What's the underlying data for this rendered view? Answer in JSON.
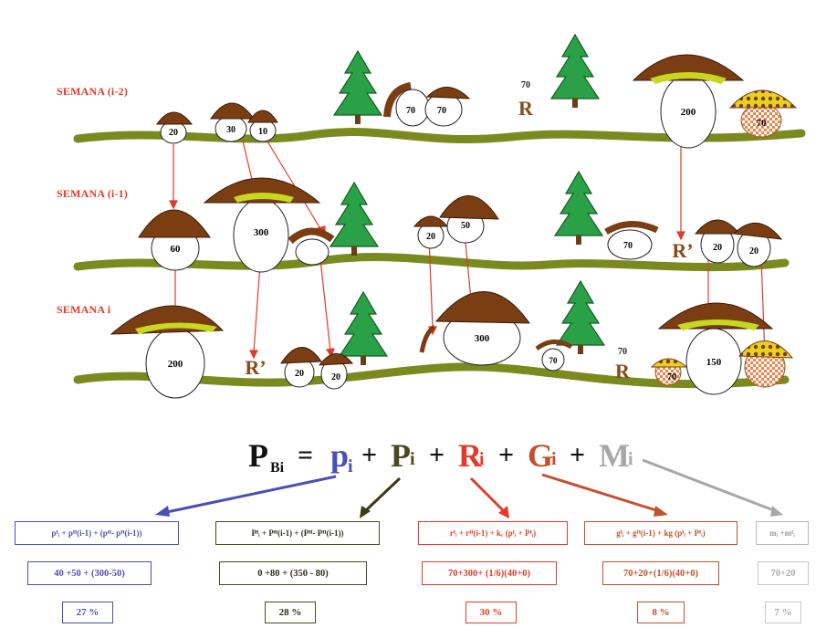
{
  "weeks": [
    {
      "label": "SEMANA (i-2)"
    },
    {
      "label": "SEMANA (i-1)"
    },
    {
      "label": "SEMANA i"
    }
  ],
  "mushroom_labels": {
    "w1": [
      "20",
      "30",
      "10",
      "70",
      "70",
      "200",
      "70"
    ],
    "w2": [
      "60",
      "300",
      "20",
      "50",
      "70",
      "20",
      "20"
    ],
    "w3": [
      "200",
      "20",
      "20",
      "300",
      "70",
      "150",
      "70"
    ]
  },
  "r_markers": {
    "w1": {
      "value": "70",
      "letter": "R"
    },
    "w2": {
      "letter": "R’"
    },
    "w3a": {
      "letter": "R’"
    },
    "w3b": {
      "value": "70",
      "letter": "R"
    }
  },
  "formula": {
    "lhs_main": "P",
    "lhs_sub": "Bi",
    "equals": "=",
    "terms": [
      {
        "main": "p",
        "sub": "i",
        "color": "#4a4fb8"
      },
      {
        "main": "P",
        "sub": "i",
        "color": "#4a4a1e"
      },
      {
        "main": "R",
        "sub": "i",
        "color": "#e23b2b"
      },
      {
        "main": "G",
        "sub": "i",
        "color": "#c4502e"
      },
      {
        "main": "M",
        "sub": "i",
        "color": "#a8a8a8"
      }
    ],
    "plus": "+"
  },
  "columns": [
    {
      "color": "#4a4fb8",
      "expr": "pᴵᵢ + pᴵᴵ(i-1) + (pᴵᴵ- pᴵᴵ(i-1))",
      "calc": "40 +50 + (300-50)",
      "result": "27 %"
    },
    {
      "color": "#4a4a1e",
      "expr": "Pᴵᵢ + Pᴵᴵ(i-1) + (Pᴵᴵ- Pᴵᴵ(i-1))",
      "calc": "0 +80 + (350 - 80)",
      "result": "28 %"
    },
    {
      "color": "#e23b2b",
      "expr": "rᴵᵢ + rᴵᴵ(i-1) + kᵣ (pᴵᵢ + Pᴵᵢ)",
      "calc": "70+300+ (1/6)(40+0)",
      "result": "30 %"
    },
    {
      "color": "#c4502e",
      "expr": "gᴵᵢ + gᴵᴵ(i-1) + kg (pᴵᵢ + Pᴵᵢ)",
      "calc": "70+20+(1/6)(40+0)",
      "result": "8 %"
    },
    {
      "color": "#a8a8a8",
      "expr": "mᵢ +mᴵᵢ",
      "calc": "70+20",
      "result": "7 %"
    }
  ]
}
